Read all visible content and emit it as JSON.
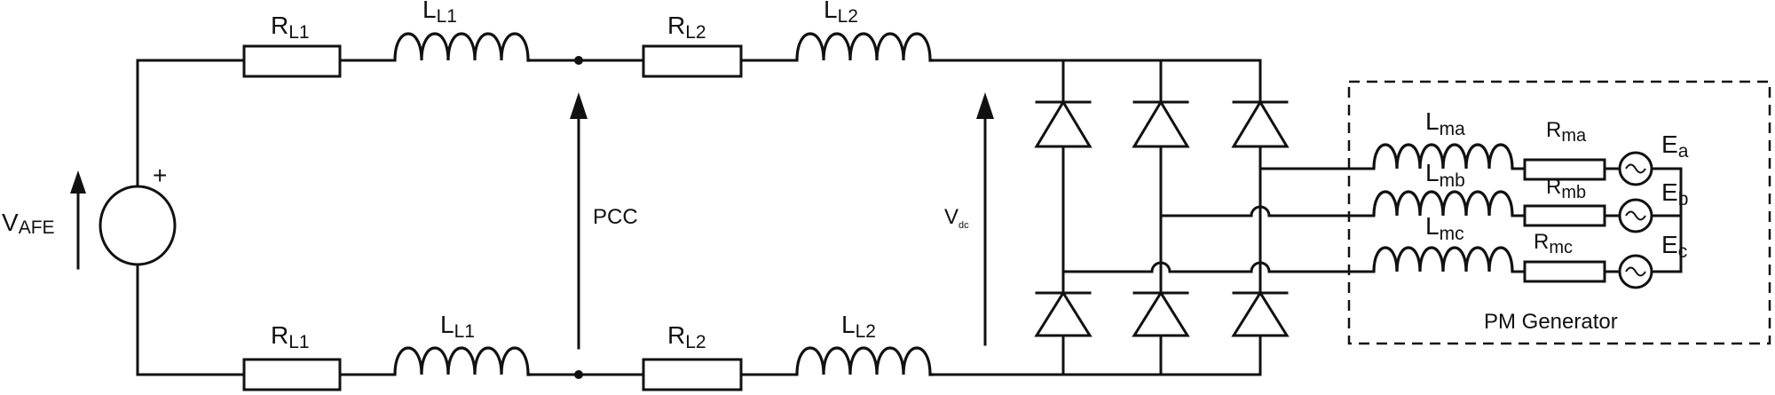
{
  "circuit": {
    "source_label": "V",
    "source_label_sub": "AFE",
    "source_polarity": "+",
    "pcc_label": "PCC",
    "vdc_label": "V",
    "vdc_label_sub": "dc",
    "line_components": [
      {
        "symbol": "R",
        "sub": "L1"
      },
      {
        "symbol": "L",
        "sub": "L1"
      },
      {
        "symbol": "R",
        "sub": "L2"
      },
      {
        "symbol": "L",
        "sub": "L2"
      }
    ],
    "generator": {
      "title": "PM Generator",
      "phases": [
        {
          "L_sym": "L",
          "L_sub": "ma",
          "R_sym": "R",
          "R_sub": "ma",
          "E_sym": "E",
          "E_sub": "a"
        },
        {
          "L_sym": "L",
          "L_sub": "mb",
          "R_sym": "R",
          "R_sub": "mb",
          "E_sym": "E",
          "E_sub": "b"
        },
        {
          "L_sym": "L",
          "L_sub": "mc",
          "R_sym": "R",
          "R_sub": "mc",
          "E_sym": "E",
          "E_sub": "c"
        }
      ]
    }
  }
}
